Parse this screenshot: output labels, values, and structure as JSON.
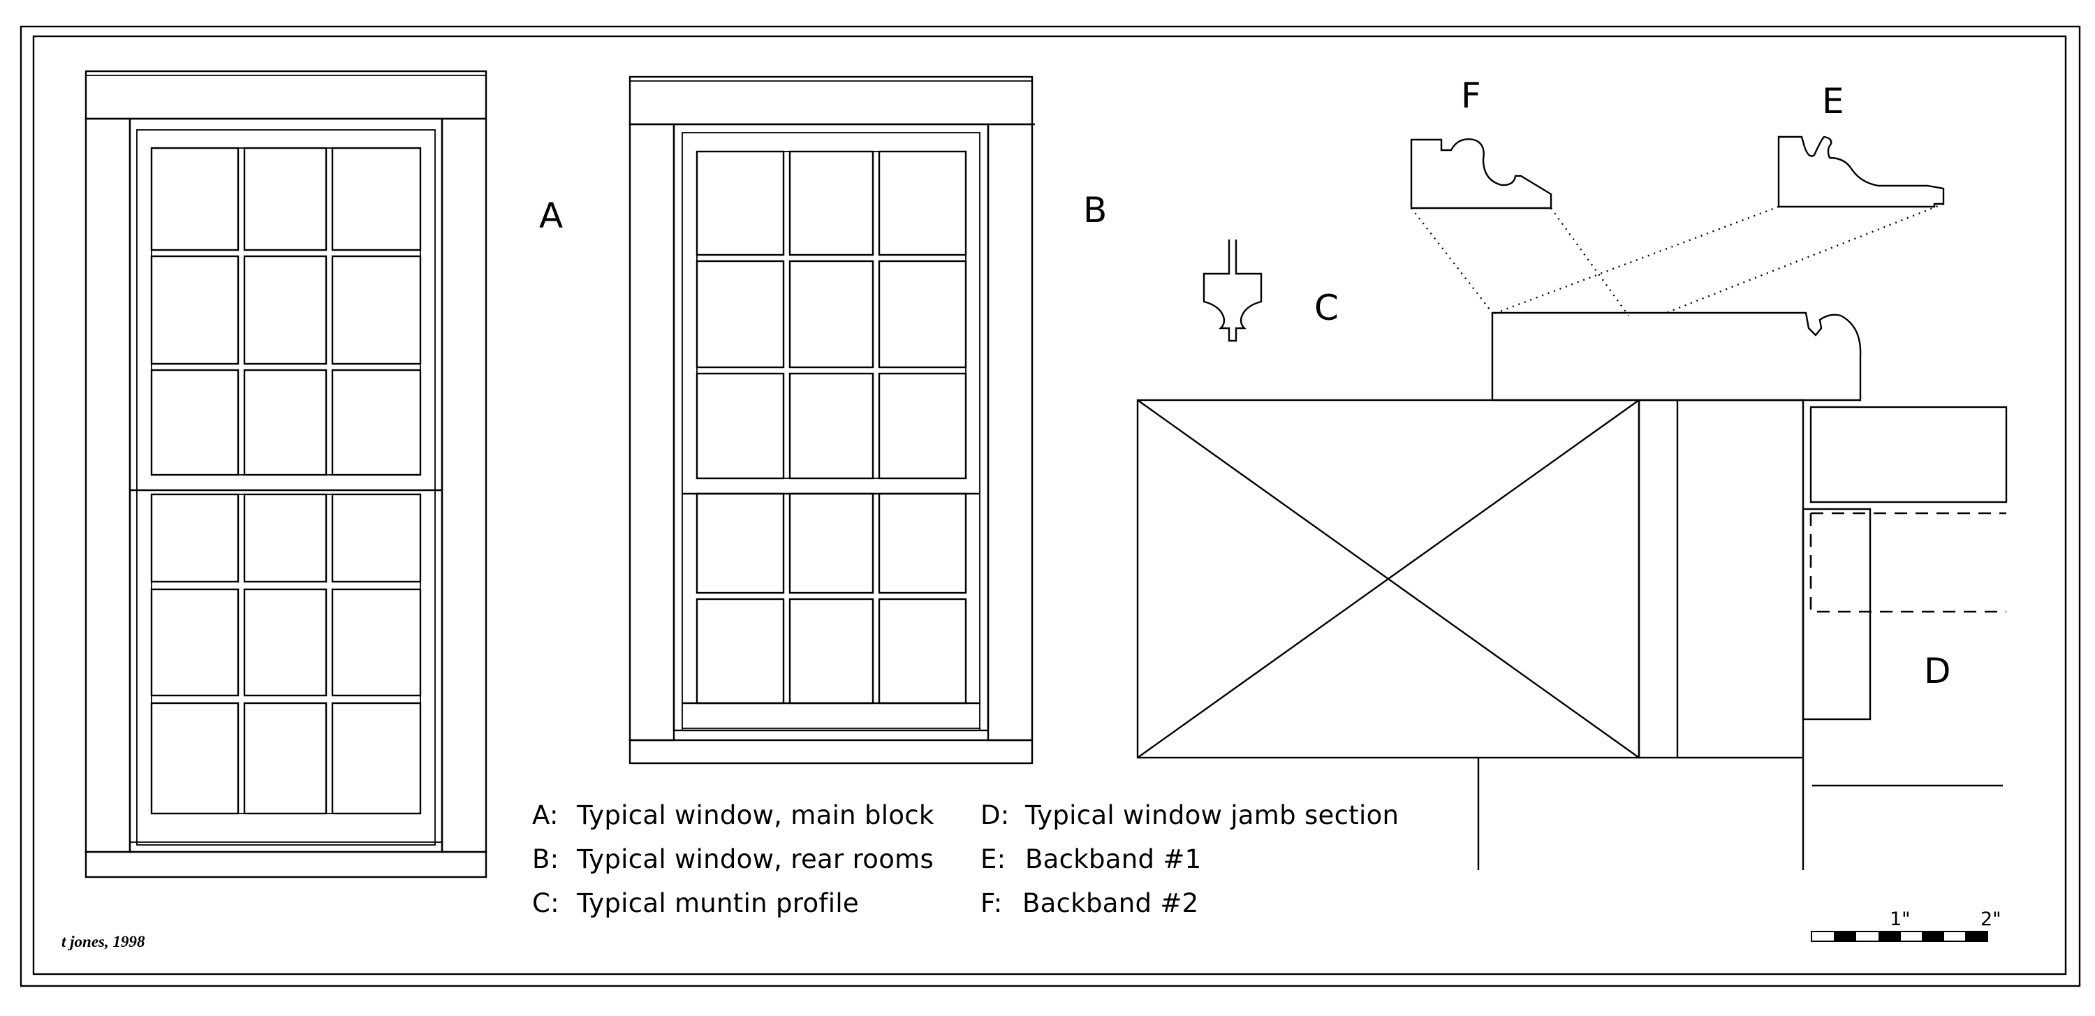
{
  "labels": {
    "a": "A",
    "b": "B",
    "c": "C",
    "d": "D",
    "e": "E",
    "f": "F"
  },
  "legend": {
    "a": {
      "key": "A:",
      "text": "Typical window, main block"
    },
    "b": {
      "key": "B:",
      "text": "Typical window, rear rooms"
    },
    "c": {
      "key": "C:",
      "text": "Typical muntin profile"
    },
    "d": {
      "key": "D:",
      "text": "Typical window jamb section"
    },
    "e": {
      "key": "E:",
      "text": "Backband #1"
    },
    "f": {
      "key": "F:",
      "text": "Backband #2"
    }
  },
  "signature": "t jones, 1998",
  "scale": {
    "tick1": "1\"",
    "tick2": "2\""
  },
  "colors": {
    "ink": "#000000",
    "paper": "#ffffff"
  }
}
